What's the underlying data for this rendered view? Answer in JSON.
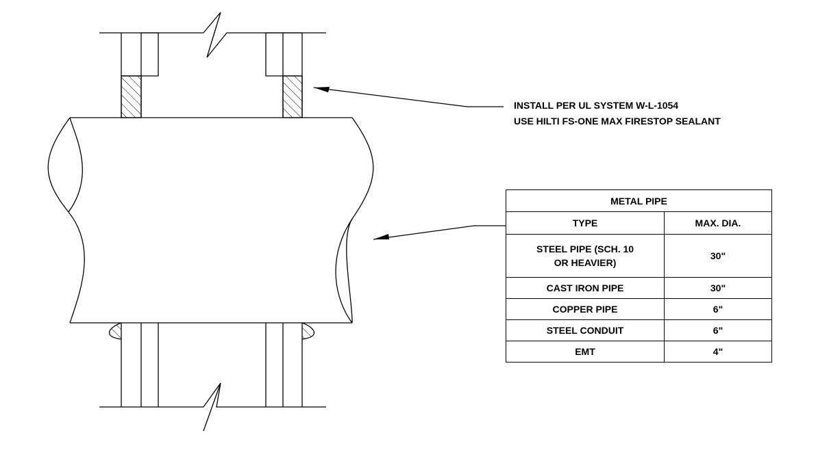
{
  "notes": [
    "INSTALL PER UL SYSTEM W-L-1054",
    "USE HILTI FS-ONE MAX FIRESTOP SEALANT"
  ],
  "table": {
    "title": "METAL PIPE",
    "headers": [
      "TYPE",
      "MAX. DIA."
    ],
    "rows": [
      {
        "type_line1": "STEEL PIPE (SCH. 10",
        "type_line2": "OR HEAVIER)",
        "max_dia": "30\""
      },
      {
        "type": "CAST IRON PIPE",
        "max_dia": "30\""
      },
      {
        "type": "COPPER PIPE",
        "max_dia": "6\""
      },
      {
        "type": "STEEL CONDUIT",
        "max_dia": "6\""
      },
      {
        "type": "EMT",
        "max_dia": "4\""
      }
    ]
  }
}
